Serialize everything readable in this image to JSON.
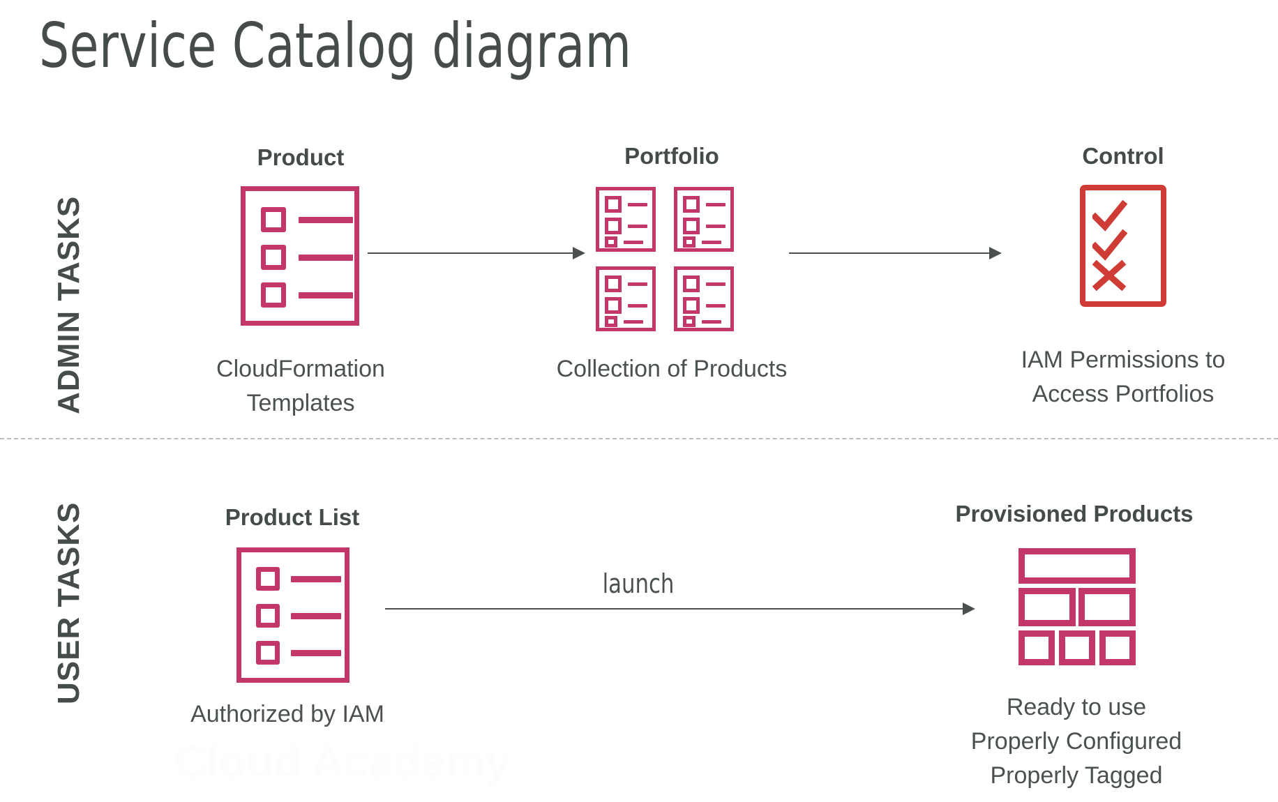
{
  "diagram": {
    "title": "Service Catalog diagram",
    "background_color": "#ffffff",
    "accent_color": "#c2366a",
    "control_color": "#cf3c36",
    "text_color": "#464c4c",
    "divider_color": "#b9bcbc",
    "watermark": "Cloud Academy"
  },
  "lanes": [
    {
      "label": "ADMIN TASKS"
    },
    {
      "label": "USER TASKS"
    }
  ],
  "admin_nodes": [
    {
      "id": "product",
      "title": "Product",
      "caption": "CloudFormation\nTemplates",
      "icon": "product-list-icon"
    },
    {
      "id": "portfolio",
      "title": "Portfolio",
      "caption": "Collection of Products",
      "icon": "portfolio-grid-icon"
    },
    {
      "id": "control",
      "title": "Control",
      "caption": "IAM Permissions to\nAccess Portfolios",
      "icon": "checklist-control-icon"
    }
  ],
  "user_nodes": [
    {
      "id": "product-list",
      "title": "Product List",
      "caption": "Authorized by IAM",
      "icon": "product-list-icon"
    },
    {
      "id": "provisioned-products",
      "title": "Provisioned Products",
      "caption": "Ready to use\nProperly Configured\nProperly Tagged",
      "icon": "provisioned-blocks-icon"
    }
  ],
  "arrows": [
    {
      "id": "product-to-portfolio",
      "label": ""
    },
    {
      "id": "portfolio-to-control",
      "label": ""
    },
    {
      "id": "productlist-to-provisioned",
      "label": "launch"
    }
  ]
}
